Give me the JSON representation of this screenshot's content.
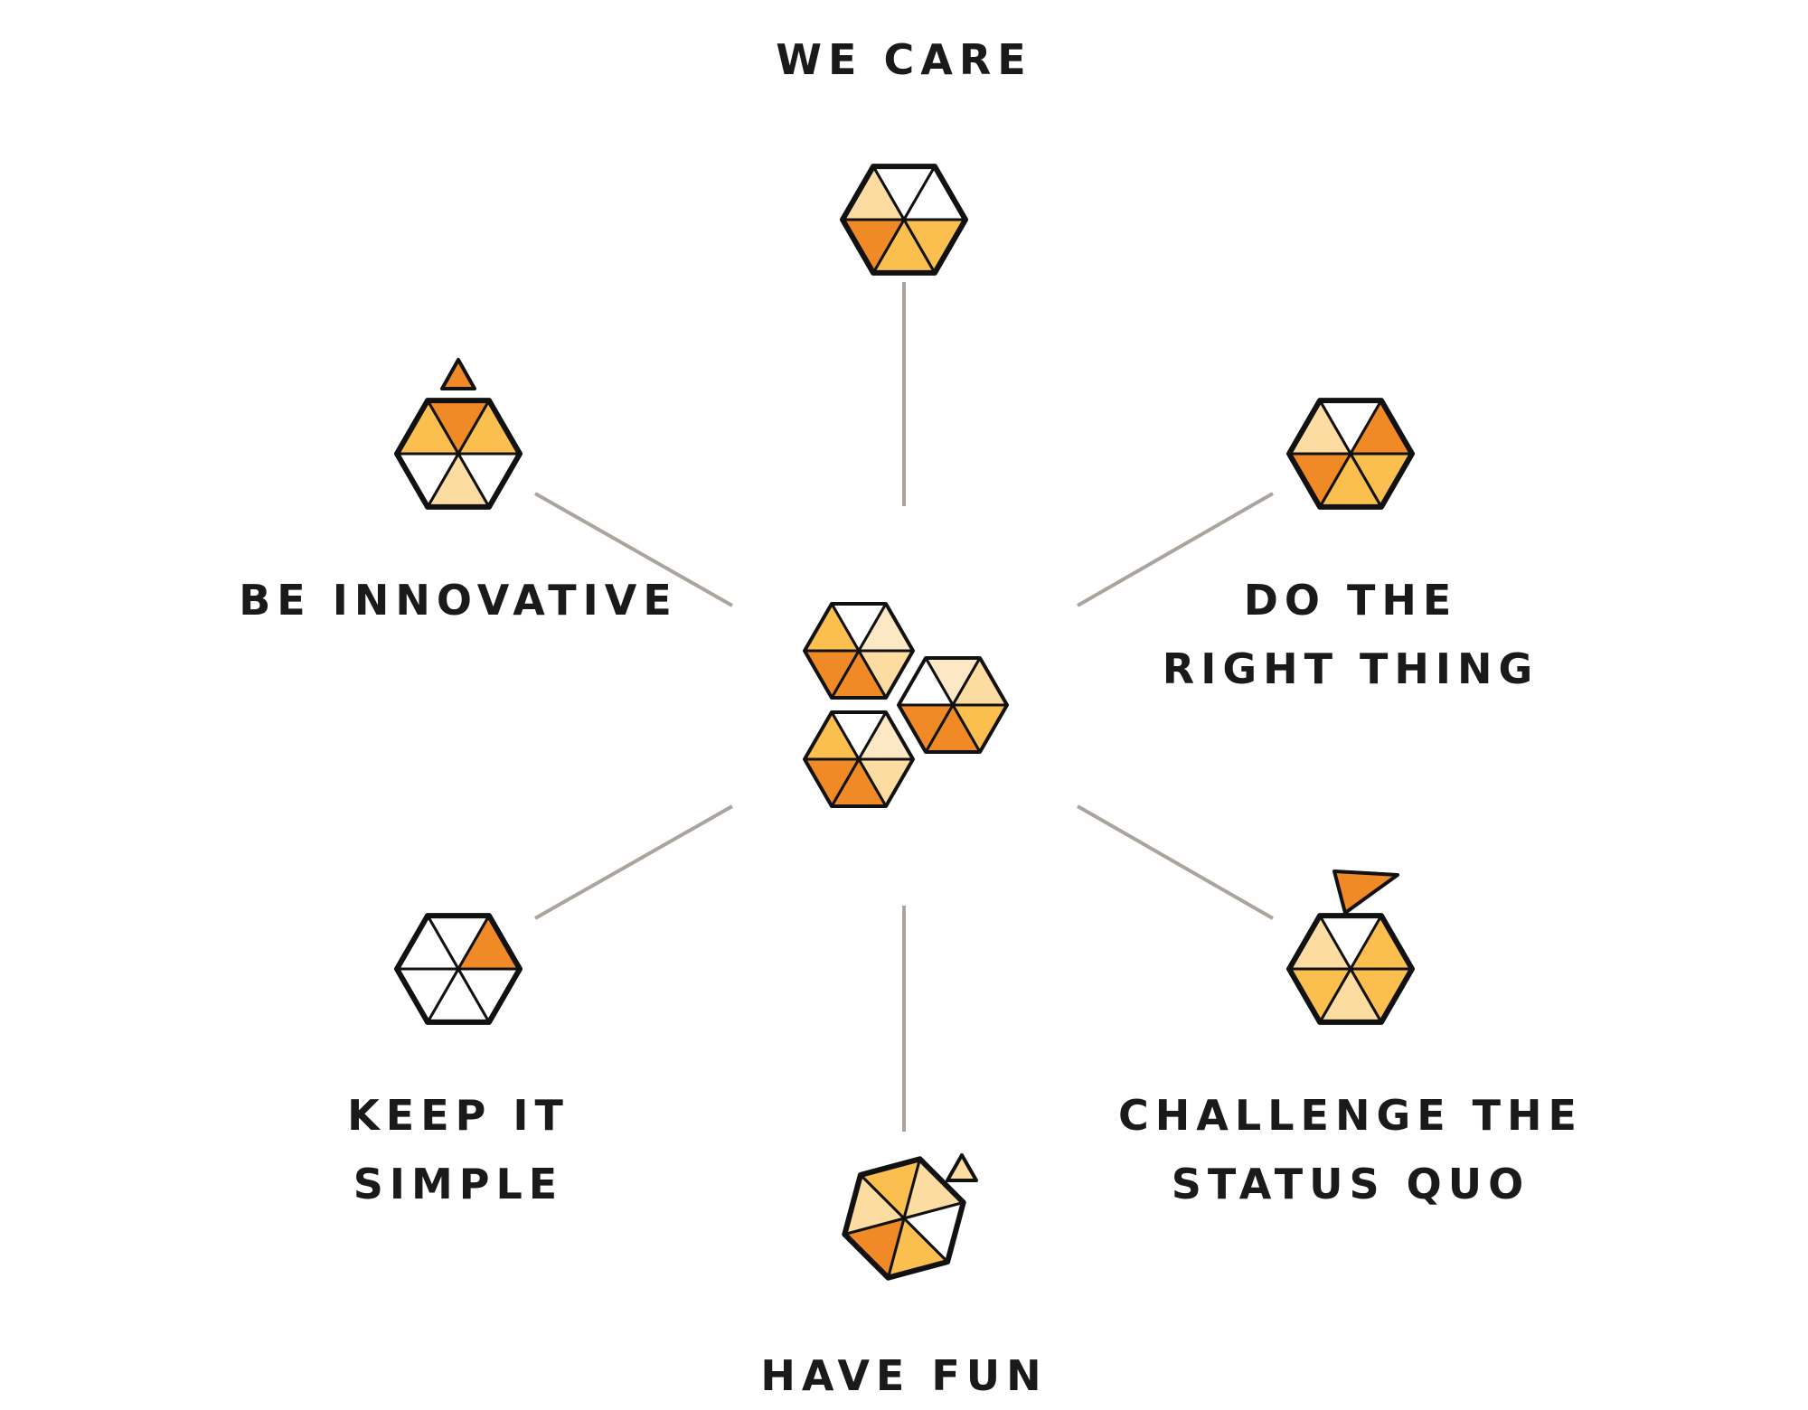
{
  "colors": {
    "white": "#ffffff",
    "pale": "#fde8c6",
    "light": "#fddca2",
    "mid": "#fbbf4f",
    "dark": "#f08a26",
    "stroke": "#111111",
    "connector": "#aaa49d",
    "text": "#1a1a1a"
  },
  "center_icon": {
    "hex_a": [
      "white",
      "pale",
      "light",
      "dark",
      "dark",
      "mid"
    ],
    "hex_b": [
      "pale",
      "light",
      "mid",
      "dark",
      "dark",
      "white"
    ],
    "hex_c": [
      "white",
      "pale",
      "light",
      "dark",
      "dark",
      "mid"
    ]
  },
  "values": [
    {
      "id": "we-care",
      "label_lines": [
        "WE CARE"
      ],
      "icon": "we-care-icon",
      "wedges": [
        "white",
        "white",
        "mid",
        "mid",
        "dark",
        "light"
      ],
      "extra": "none"
    },
    {
      "id": "do-the-right-thing",
      "label_lines": [
        "DO THE",
        "RIGHT THING"
      ],
      "icon": "do-the-right-thing-icon",
      "wedges": [
        "white",
        "dark",
        "mid",
        "mid",
        "dark",
        "light"
      ],
      "extra": "none"
    },
    {
      "id": "challenge-the-status-quo",
      "label_lines": [
        "CHALLENGE THE",
        "STATUS QUO"
      ],
      "icon": "challenge-the-status-quo-icon",
      "wedges": [
        "missing",
        "mid",
        "mid",
        "light",
        "mid",
        "light"
      ],
      "extra": "detached-wedge"
    },
    {
      "id": "have-fun",
      "label_lines": [
        "HAVE FUN"
      ],
      "icon": "have-fun-icon",
      "wedges": [
        "mid",
        "light",
        "white",
        "mid",
        "dark",
        "light"
      ],
      "extra": "small-triangle"
    },
    {
      "id": "keep-it-simple",
      "label_lines": [
        "KEEP IT",
        "SIMPLE"
      ],
      "icon": "keep-it-simple-icon",
      "wedges": [
        "white",
        "dark",
        "white",
        "white",
        "white",
        "white"
      ],
      "extra": "none"
    },
    {
      "id": "be-innovative",
      "label_lines": [
        "BE INNOVATIVE"
      ],
      "icon": "be-innovative-icon",
      "wedges": [
        "dark",
        "mid",
        "white",
        "light",
        "white",
        "mid"
      ],
      "extra": "small-triangle"
    }
  ]
}
